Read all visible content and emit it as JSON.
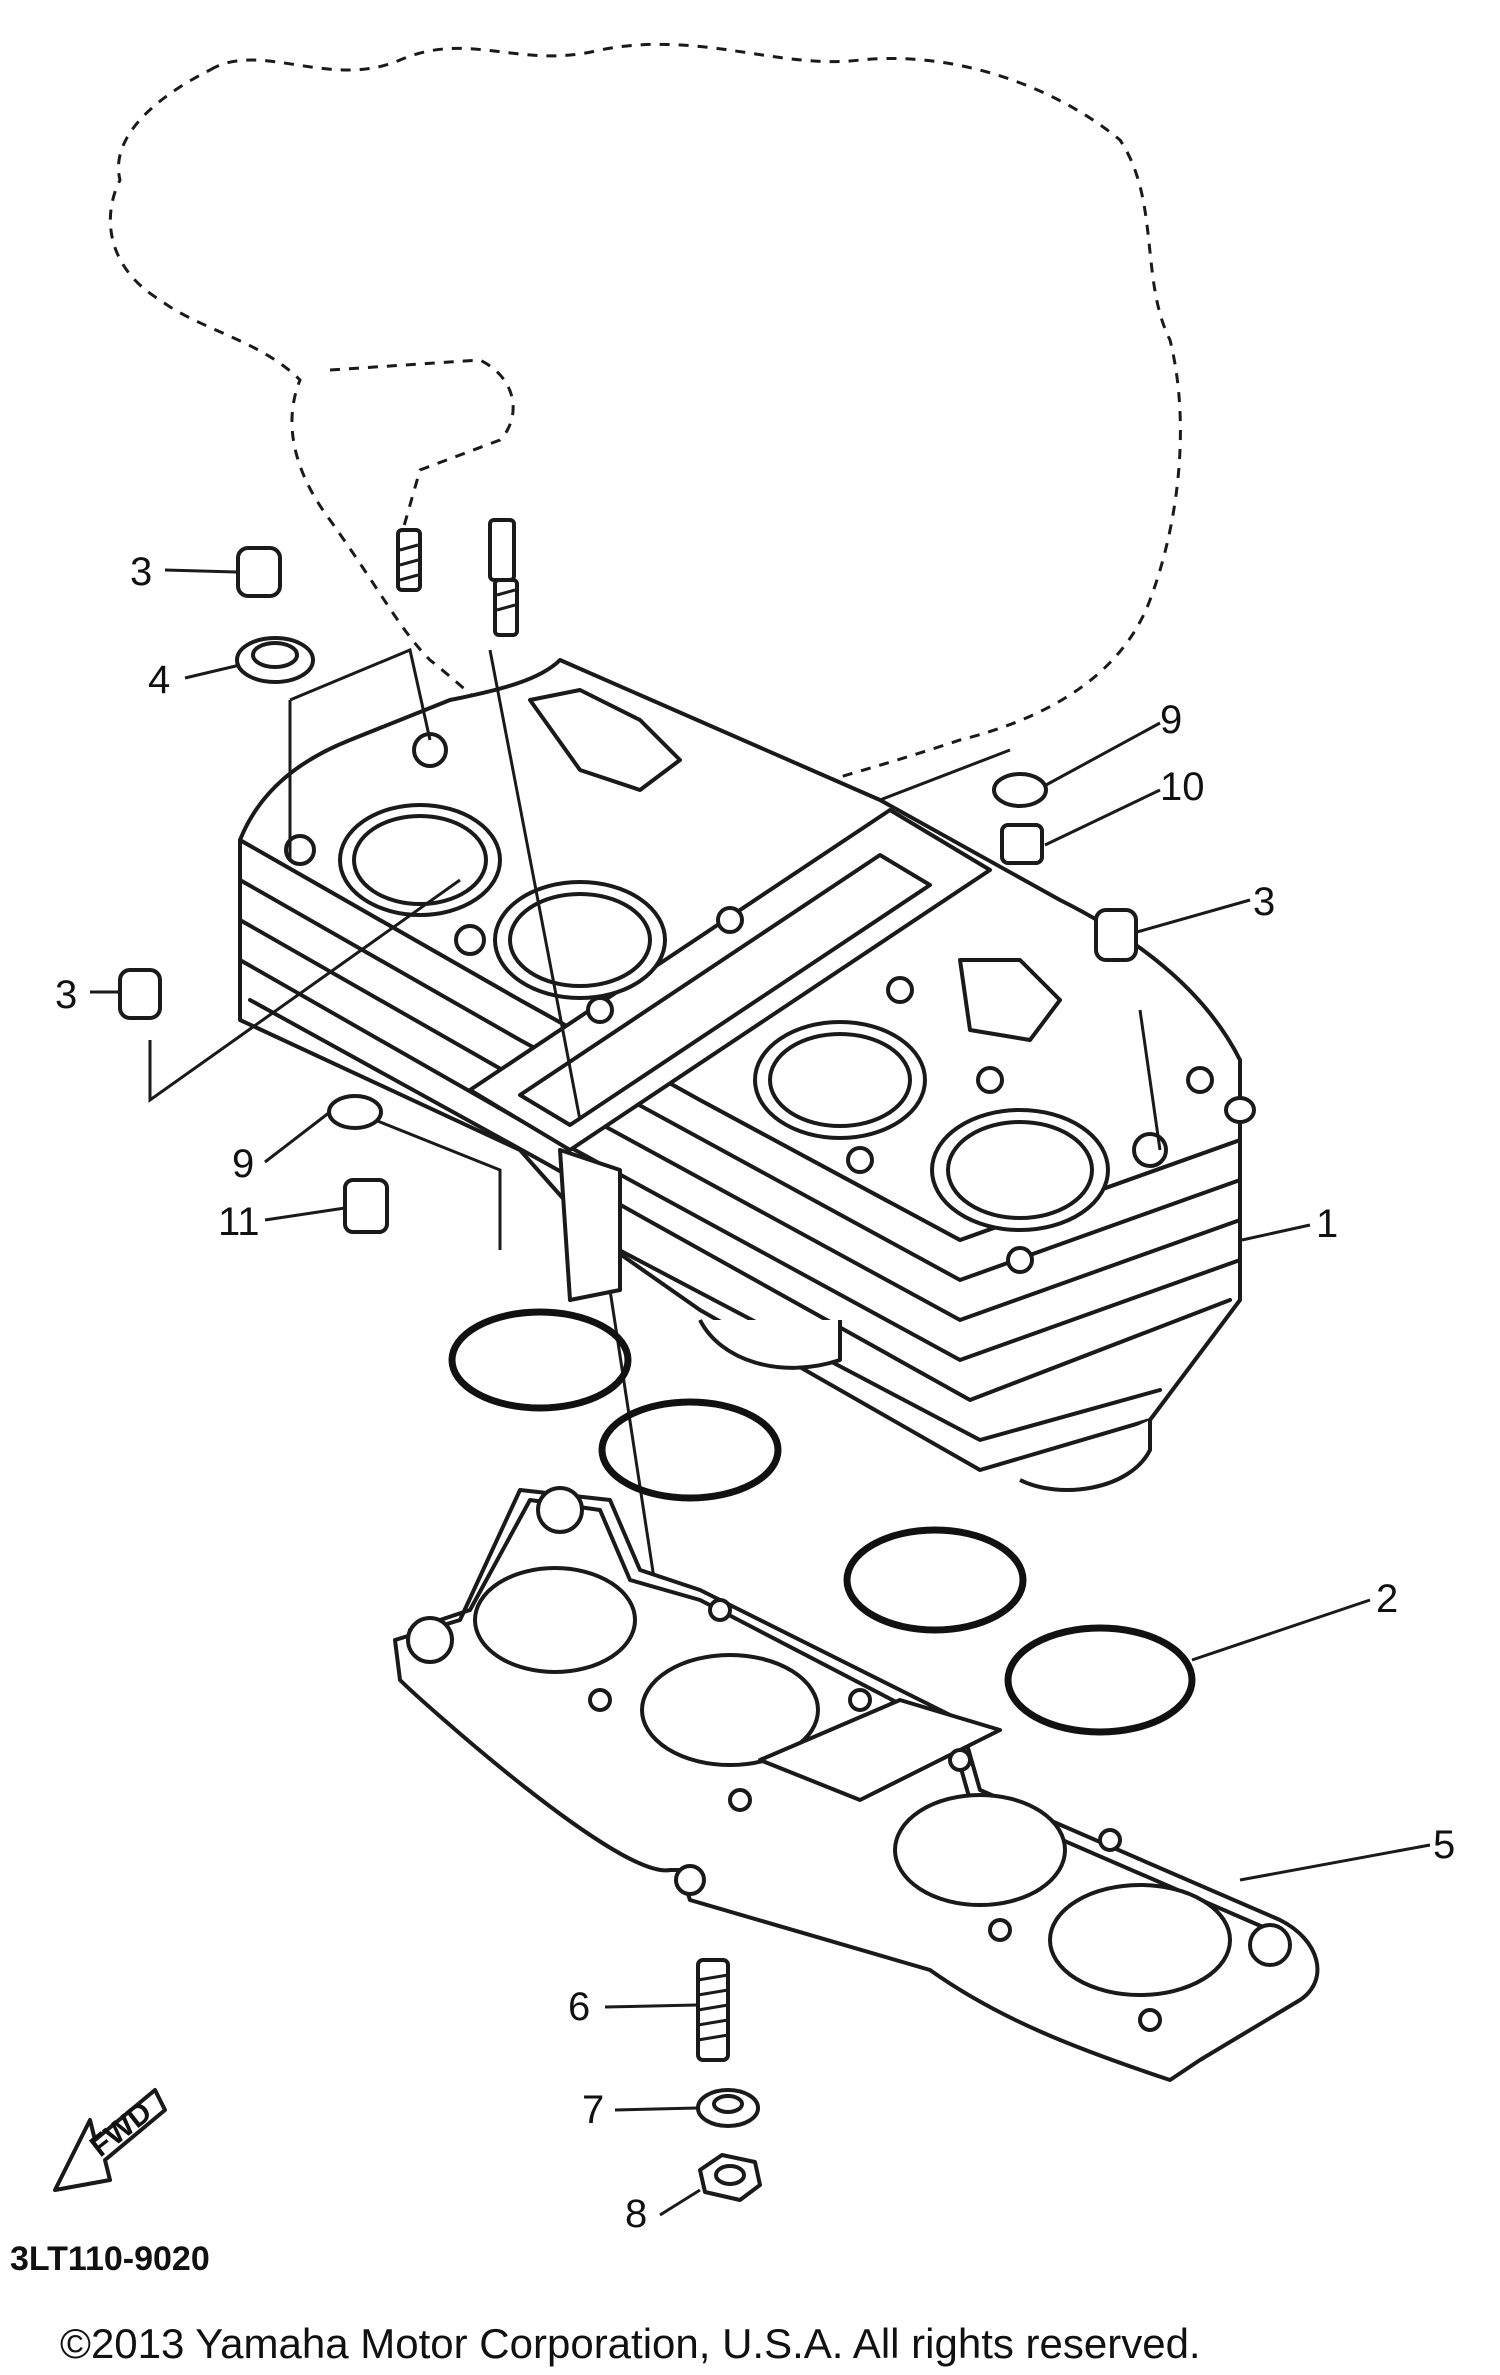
{
  "diagram": {
    "callouts": [
      {
        "id": "c1",
        "label": "1"
      },
      {
        "id": "c2",
        "label": "2"
      },
      {
        "id": "c3a",
        "label": "3"
      },
      {
        "id": "c3b",
        "label": "3"
      },
      {
        "id": "c3c",
        "label": "3"
      },
      {
        "id": "c4",
        "label": "4"
      },
      {
        "id": "c5",
        "label": "5"
      },
      {
        "id": "c6",
        "label": "6"
      },
      {
        "id": "c7",
        "label": "7"
      },
      {
        "id": "c8",
        "label": "8"
      },
      {
        "id": "c9a",
        "label": "9"
      },
      {
        "id": "c9b",
        "label": "9"
      },
      {
        "id": "c10",
        "label": "10"
      },
      {
        "id": "c11",
        "label": "11"
      }
    ],
    "fwd_label": "FWD",
    "part_code": "3LT110-9020",
    "copyright": "©2013 Yamaha Motor Corporation, U.S.A. All rights reserved."
  }
}
